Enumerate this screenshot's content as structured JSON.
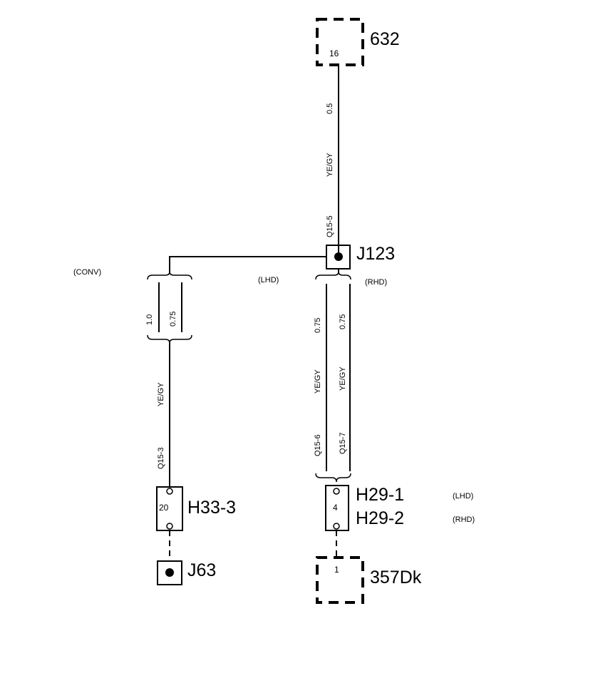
{
  "components": {
    "c632": {
      "label": "632",
      "pin": "16"
    },
    "c357": {
      "label": "357Dk",
      "pin": "1"
    },
    "j123": {
      "label": "J123"
    },
    "j63": {
      "label": "J63"
    },
    "h33": {
      "label": "H33-3",
      "pin": "20"
    },
    "h29": {
      "label1": "H29-1",
      "label2": "H29-2",
      "pin": "4"
    }
  },
  "wires": {
    "top": {
      "size": "0.5",
      "color": "YE/GY",
      "id": "Q15-5"
    },
    "left": {
      "size1": "1.0",
      "size2": "0.75",
      "color": "YE/GY",
      "id": "Q15-3"
    },
    "lhd": {
      "size": "0.75",
      "color": "YE/GY",
      "id": "Q15-6"
    },
    "rhd": {
      "size": "0.75",
      "color": "YE/GY",
      "id": "Q15-7"
    }
  },
  "variants": {
    "conv": "(CONV)",
    "lhd": "(LHD)",
    "rhd": "(RHD)",
    "h29_lhd": "(LHD)",
    "h29_rhd": "(RHD)"
  }
}
